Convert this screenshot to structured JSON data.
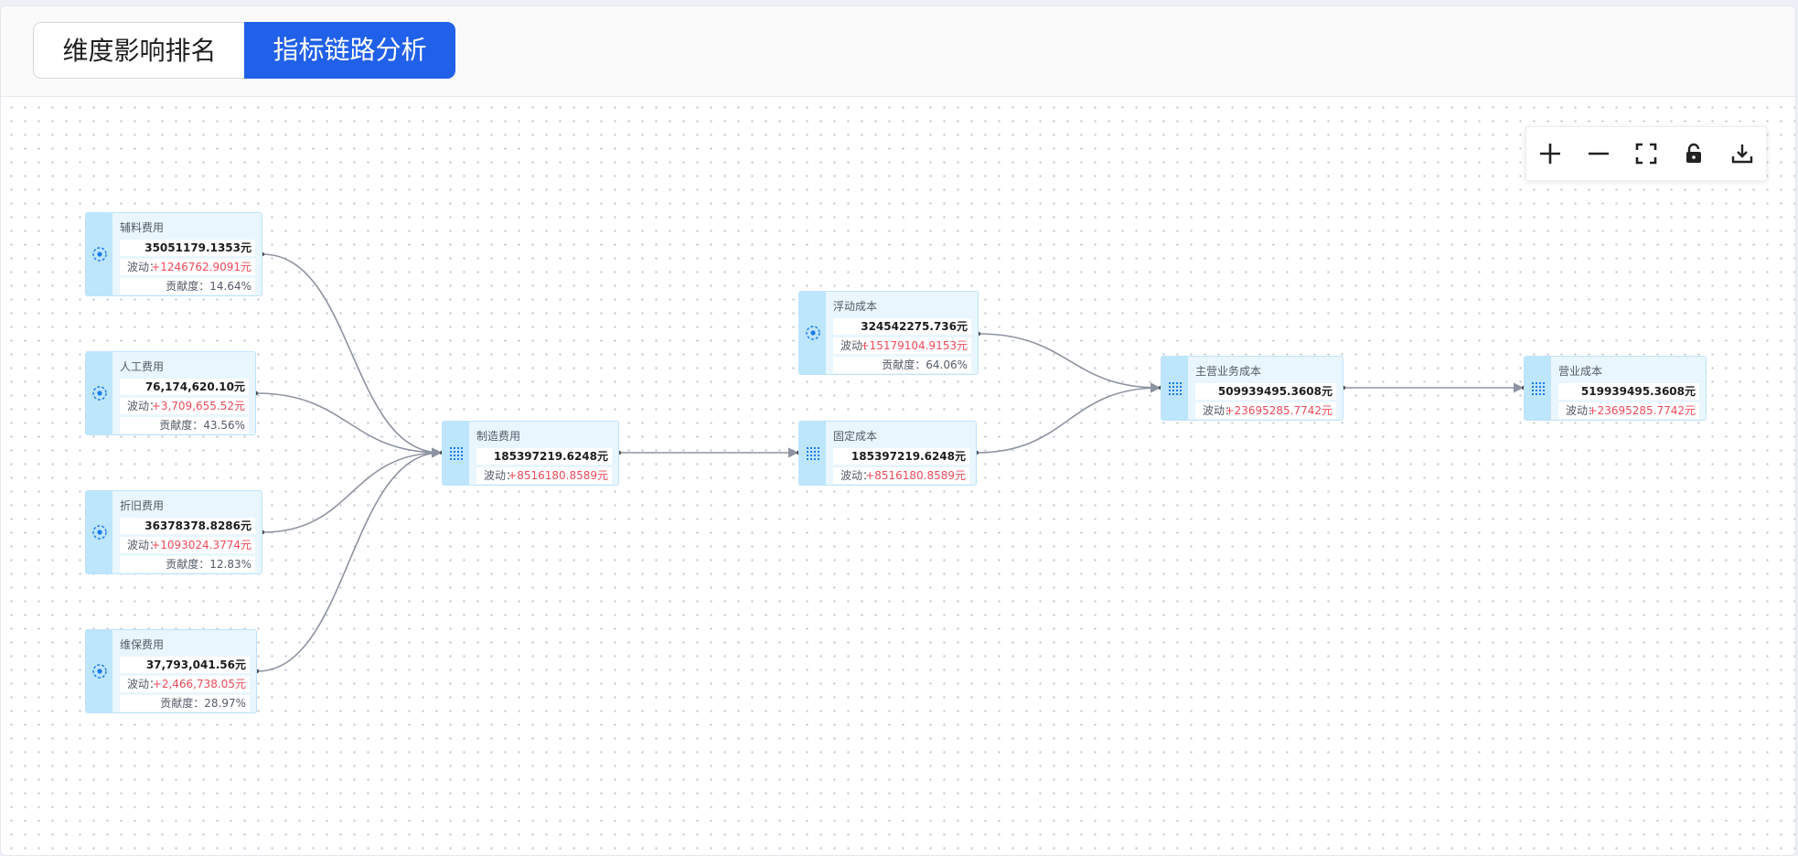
{
  "tabs": [
    {
      "label": "维度影响排名",
      "active": false
    },
    {
      "label": "指标链路分析",
      "active": true
    }
  ],
  "toolbar": [
    {
      "name": "zoom-in-icon"
    },
    {
      "name": "zoom-out-icon"
    },
    {
      "name": "fullscreen-icon"
    },
    {
      "name": "lock-icon"
    },
    {
      "name": "download-icon"
    }
  ],
  "labels": {
    "fluctuation": "波动：",
    "contribution": "贡献度："
  },
  "colors": {
    "accent": "#2160e8",
    "node_bg": "#e9f6fe",
    "node_side": "#bde5fc",
    "increase": "#ee4a58",
    "edge": "#8d93a0"
  },
  "nodes": {
    "fuliao": {
      "title": "辅料费用",
      "value": "35051179.1353元",
      "fluctuation": "+1246762.9091元",
      "contribution": "14.64%",
      "icon": "target-icon"
    },
    "rengong": {
      "title": "人工费用",
      "value": "76,174,620.10元",
      "fluctuation": "+3,709,655.52元",
      "contribution": "43.56%",
      "icon": "target-icon"
    },
    "zhejiu": {
      "title": "折旧费用",
      "value": "36378378.8286元",
      "fluctuation": "+1093024.3774元",
      "contribution": "12.83%",
      "icon": "target-icon"
    },
    "weibao": {
      "title": "维保费用",
      "value": "37,793,041.56元",
      "fluctuation": "+2,466,738.05元",
      "contribution": "28.97%",
      "icon": "target-icon"
    },
    "zhizao": {
      "title": "制造费用",
      "value": "185397219.6248元",
      "fluctuation": "+8516180.8589元",
      "icon": "grid-icon"
    },
    "fudong": {
      "title": "浮动成本",
      "value": "324542275.736元",
      "fluctuation": "+15179104.9153元",
      "contribution": "64.06%",
      "icon": "target-icon"
    },
    "guding": {
      "title": "固定成本",
      "value": "185397219.6248元",
      "fluctuation": "+8516180.8589元",
      "icon": "grid-icon"
    },
    "zhuying": {
      "title": "主营业务成本",
      "value": "509939495.3608元",
      "fluctuation": "+23695285.7742元",
      "icon": "grid-icon"
    },
    "yingye": {
      "title": "营业成本",
      "value": "519939495.3608元",
      "fluctuation": "+23695285.7742元",
      "icon": "grid-icon"
    }
  },
  "edges": [
    {
      "from": "fuliao",
      "to": "zhizao"
    },
    {
      "from": "rengong",
      "to": "zhizao"
    },
    {
      "from": "zhejiu",
      "to": "zhizao"
    },
    {
      "from": "weibao",
      "to": "zhizao"
    },
    {
      "from": "zhizao",
      "to": "guding"
    },
    {
      "from": "fudong",
      "to": "zhuying"
    },
    {
      "from": "guding",
      "to": "zhuying"
    },
    {
      "from": "zhuying",
      "to": "yingye"
    }
  ]
}
